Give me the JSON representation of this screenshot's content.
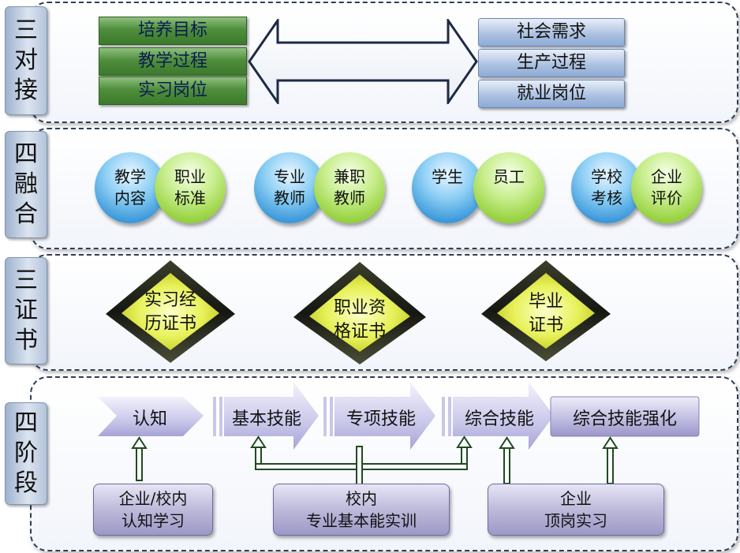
{
  "sections": {
    "s1": {
      "label": [
        "三",
        "对",
        "接"
      ]
    },
    "s2": {
      "label": [
        "四",
        "融",
        "合"
      ]
    },
    "s3": {
      "label": [
        "三",
        "证",
        "书"
      ]
    },
    "s4": {
      "label": [
        "四",
        "阶",
        "段"
      ]
    }
  },
  "docking": {
    "left": [
      "培养目标",
      "教学过程",
      "实习岗位"
    ],
    "right": [
      "社会需求",
      "生产过程",
      "就业岗位"
    ]
  },
  "fusion": [
    {
      "a": [
        "教学",
        "内容"
      ],
      "b": [
        "职业",
        "标准"
      ]
    },
    {
      "a": [
        "专业",
        "教师"
      ],
      "b": [
        "兼职",
        "教师"
      ]
    },
    {
      "a": [
        "学生"
      ],
      "b": [
        "员工"
      ]
    },
    {
      "a": [
        "学校",
        "考核"
      ],
      "b": [
        "企业",
        "评价"
      ]
    }
  ],
  "certificates": [
    [
      "实习经",
      "历证书"
    ],
    [
      "职业资",
      "格证书"
    ],
    [
      "毕业",
      "证书"
    ]
  ],
  "stages": [
    "认知",
    "基本技能",
    "专项技能",
    "综合技能",
    "综合技能强化"
  ],
  "training": [
    [
      "企业/校内",
      "认知学习"
    ],
    [
      "校内",
      "专业基本能实训"
    ],
    [
      "企业",
      "顶岗实习"
    ]
  ]
}
